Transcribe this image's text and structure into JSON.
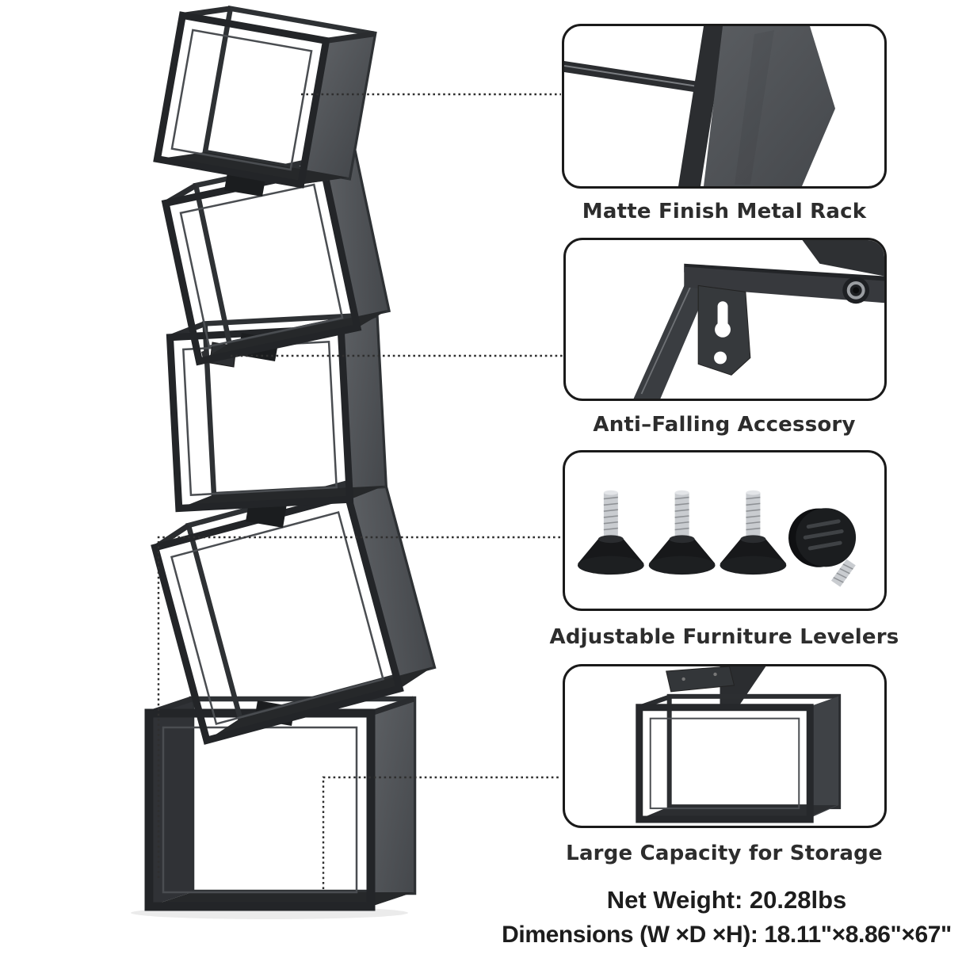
{
  "product": {
    "name": "5-cube zigzag display storage rack",
    "cube_count": 5,
    "frame_color": "#26282b",
    "panel_color": "#55585c"
  },
  "callouts": [
    {
      "label": "Matte Finish Metal Rack",
      "photo": "matte-metal-panel-closeup"
    },
    {
      "label": "Anti–Falling Accessory",
      "photo": "wall-anchor-bracket-closeup"
    },
    {
      "label": "Adjustable Furniture Levelers",
      "photo": "four-adjustable-levelers"
    },
    {
      "label": "Large Capacity for Storage",
      "photo": "open-storage-cube-closeup"
    }
  ],
  "specs": {
    "net_weight": "Net Weight: 20.28lbs",
    "dimensions": "Dimensions (W ×D ×H): 18.11\"×8.86\"×67\""
  },
  "style": {
    "background": "#ffffff",
    "label_color": "#2d2d2d",
    "spec_color": "#1d1d1d",
    "leader_color": "#2f2f2f",
    "card_border_color": "#1a1a1a"
  }
}
